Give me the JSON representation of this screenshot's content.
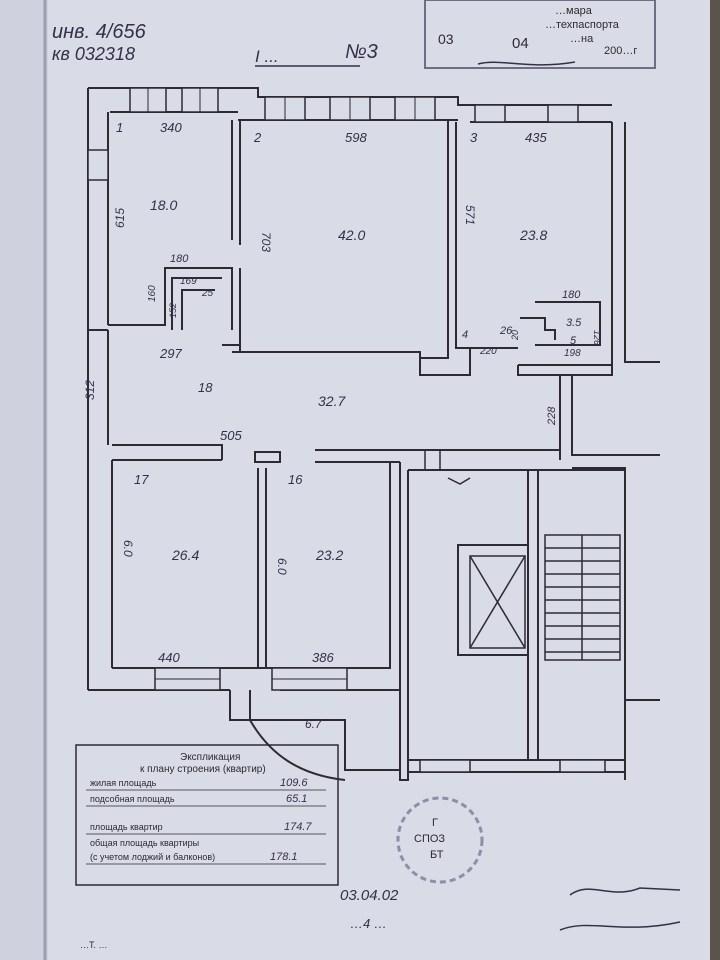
{
  "header": {
    "inv_number": "инв. 4/656",
    "apartment_code": "кв 032318",
    "title_mark": "I ...",
    "plan_number": "№3"
  },
  "stamp": {
    "line1": "…мара",
    "line2": "…техпаспорта",
    "line3": "…на",
    "year": "200…г",
    "code1": "03",
    "code2": "04"
  },
  "rooms": [
    {
      "id": "1",
      "width": "340",
      "height": "615",
      "area": "18.0"
    },
    {
      "id": "2",
      "width": "598",
      "height": "703",
      "area": "42.0"
    },
    {
      "id": "3",
      "width": "435",
      "height": "571",
      "area": "23.8"
    },
    {
      "id": "16",
      "height": "6.0",
      "area": "23.2",
      "width": "386"
    },
    {
      "id": "17",
      "height": "6.0",
      "area": "26.4",
      "width": "440"
    },
    {
      "id": "18",
      "label": "18",
      "area": "32.7",
      "width": "505",
      "dim_a": "297",
      "dim_b": "312"
    }
  ],
  "small_dims": {
    "d180a": "180",
    "d160": "160",
    "d169": "169",
    "d25": "25",
    "d152": "152",
    "d180b": "180",
    "d35": "3.5",
    "d5": "5",
    "d198": "198",
    "d126": "126",
    "d4": "4",
    "d26": "26",
    "d220": "220",
    "d20": "20",
    "d228": "228",
    "d67": "6.7"
  },
  "explication": {
    "title1": "Экспликация",
    "title2": "к плану строения (квартир)",
    "rows": [
      {
        "label": "жилая площадь",
        "value": "109.6"
      },
      {
        "label": "подсобная площадь",
        "value": "65.1"
      },
      {
        "label": "площадь квартир",
        "value": "174.7"
      },
      {
        "label": "общая площадь квартиры",
        "value": ""
      },
      {
        "label": "(с учетом лоджий и балконов)",
        "value": "178.1"
      }
    ]
  },
  "footer": {
    "date": "03.04.02",
    "note": "…4 …",
    "sign": "…",
    "bottom_left": "…Т. …"
  },
  "circle_stamp": {
    "letter": "Г",
    "word1": "СПОЗ",
    "word2": "БТ"
  }
}
